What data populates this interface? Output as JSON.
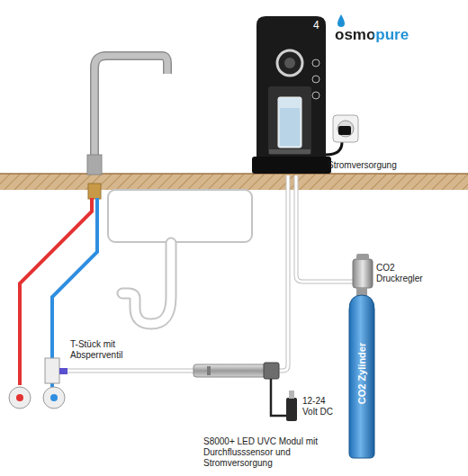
{
  "diagram": {
    "nodes": [
      {
        "text": [
          "CO2 Zylinder"
        ]
      }
    ],
    "labels": [
      "4",
      "osmopure",
      "Stromversorgung",
      "CO2 Druckregler",
      "T-Stück mit Absperrventil",
      "12-24 Volt DC",
      "S8000+ LED UVC Modul mit Durchflusssensor und Stromversorgung"
    ]
  }
}
